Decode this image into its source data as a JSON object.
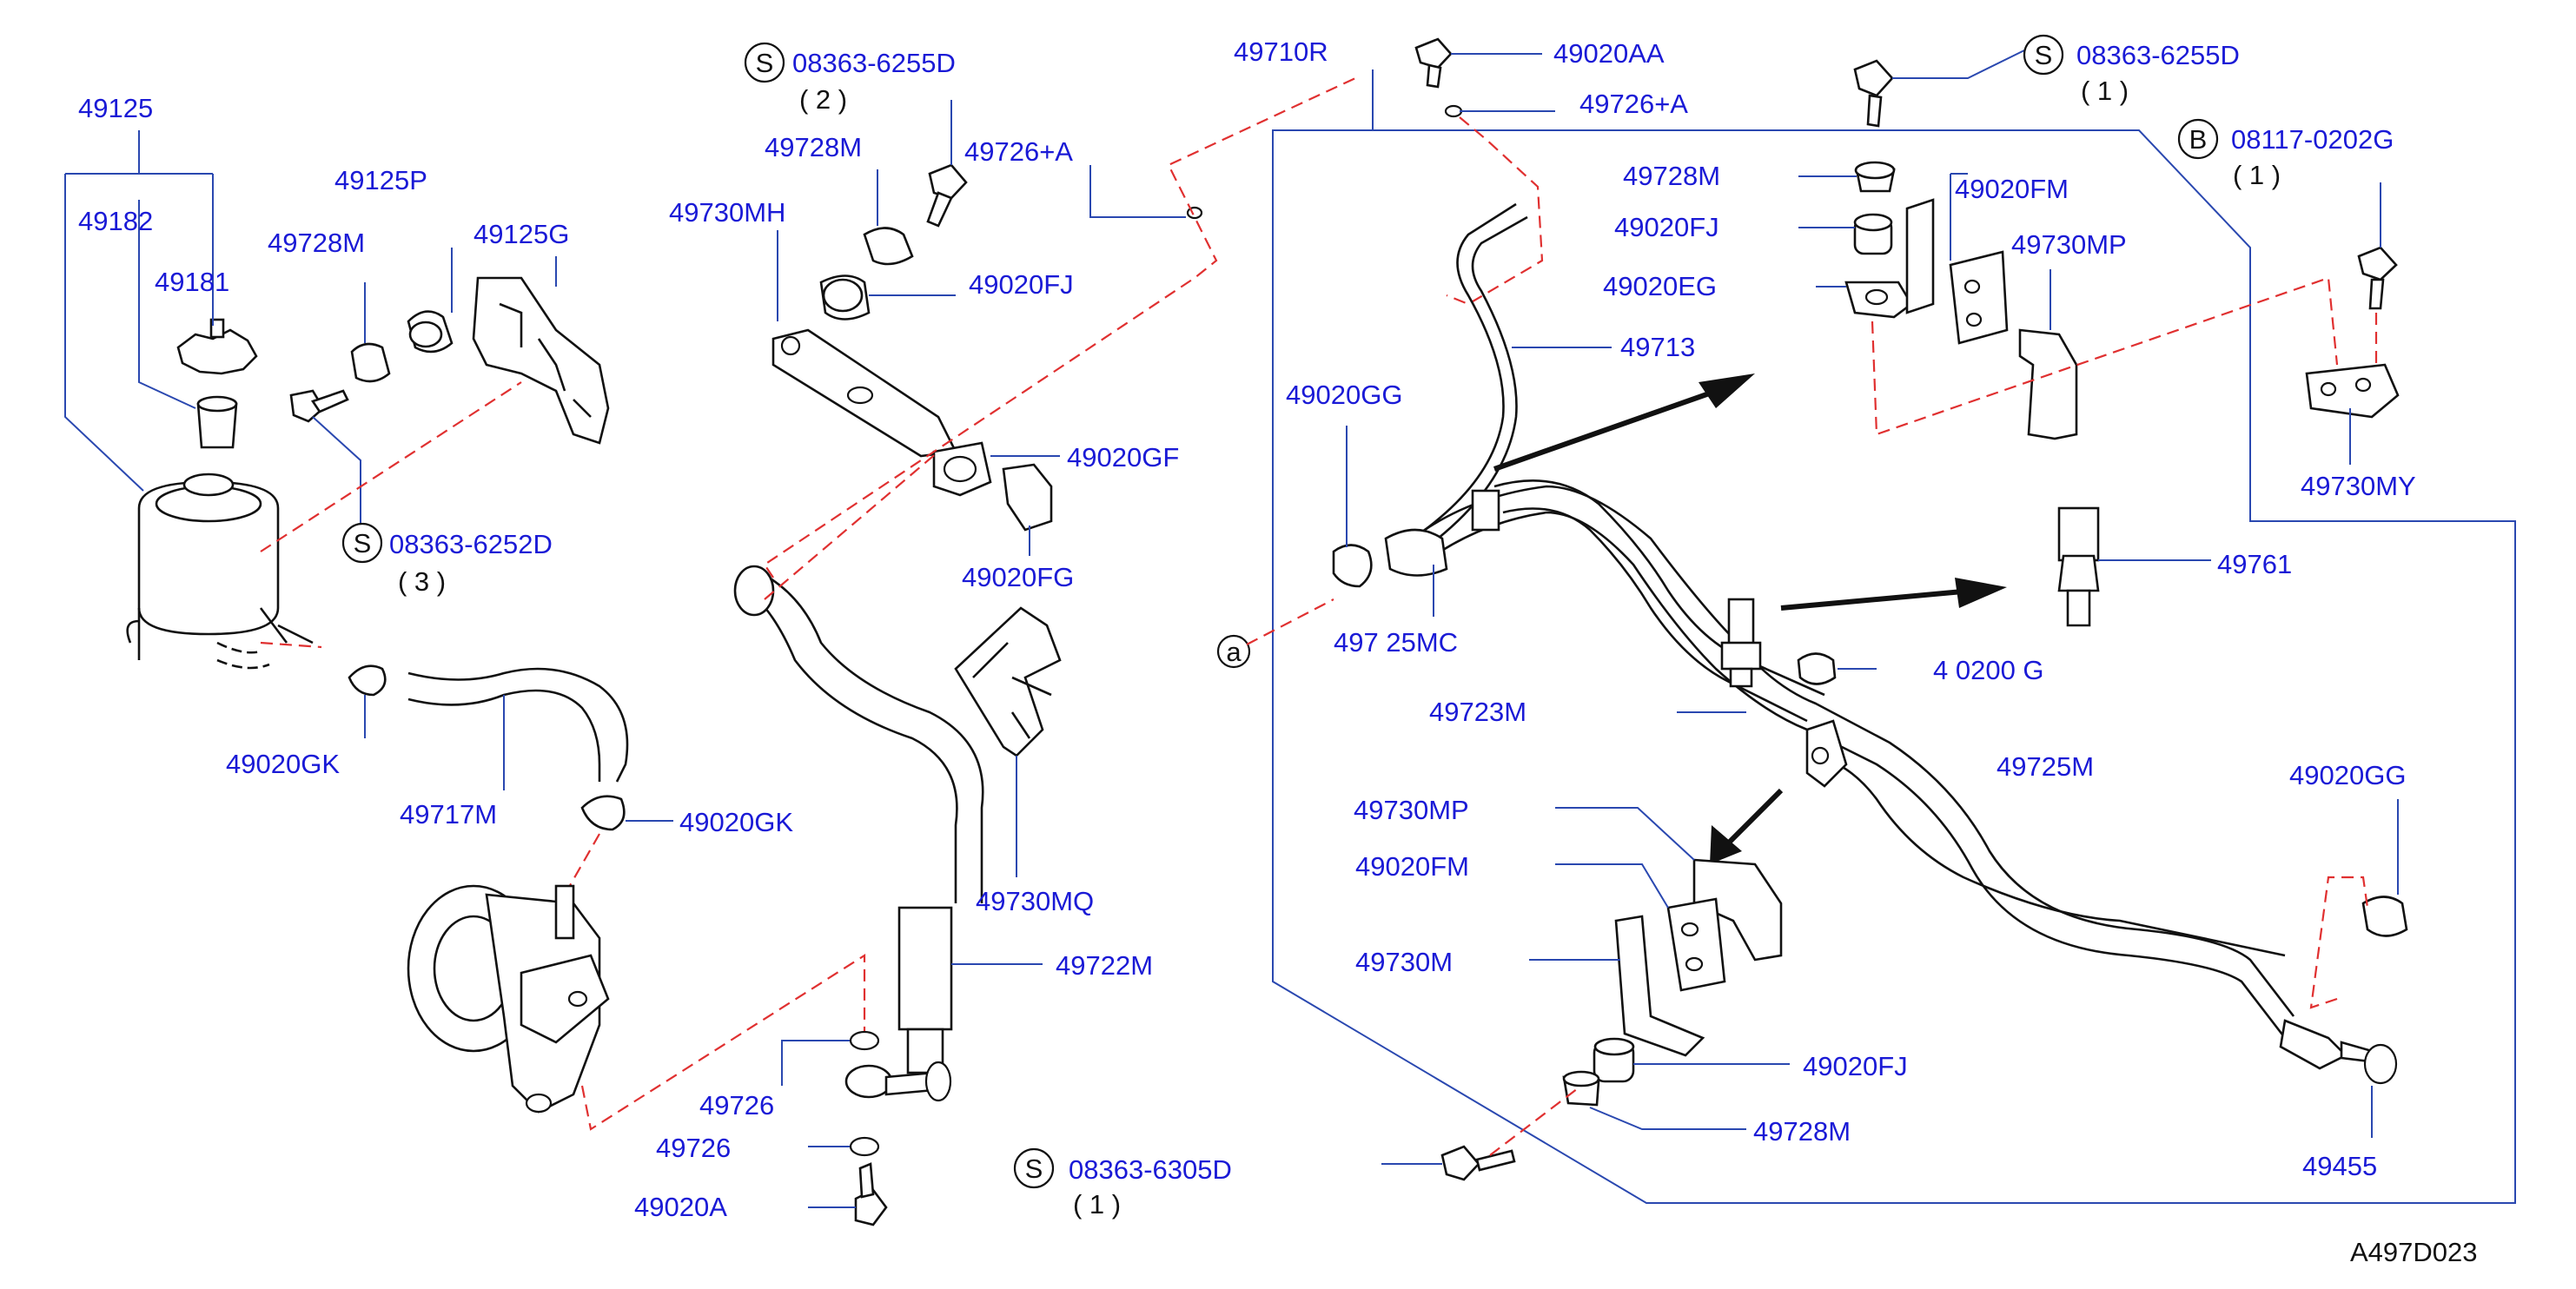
{
  "diagram": {
    "drawing_code": "A497D023",
    "part_labels": {
      "p49125": "49125",
      "p49182": "49182",
      "p49181": "49181",
      "p49125P": "49125P",
      "p49125G": "49125G",
      "p49728M_left": "49728M",
      "p49020GK_a": "49020GK",
      "p49717M": "49717M",
      "p49020GK_b": "49020GK",
      "p49730MH": "49730MH",
      "p49728M_mid": "49728M",
      "p49726A_mid": "49726+A",
      "p49020FJ_mid": "49020FJ",
      "p49020GF": "49020GF",
      "p49020FG": "49020FG",
      "p49730MQ": "49730MQ",
      "p49722M": "49722M",
      "p49726_a": "49726",
      "p49726_b": "49726",
      "p49020A": "49020A",
      "p49710R": "49710R",
      "p49020AA": "49020AA",
      "p49726A_top": "49726+A",
      "p49713": "49713",
      "p49020GG_left": "49020GG",
      "p4972xMC": "497 25MC",
      "p49723M": "49723M",
      "p49020GG_mid": "4 0200 G",
      "p49728M_right": "49728M",
      "p49020FJ_right": "49020FJ",
      "p49020EG": "49020EG",
      "p49020FM_right": "49020FM",
      "p49730MP_right": "49730MP",
      "p49730MY": "49730MY",
      "p49761": "49761",
      "p49725M": "49725M",
      "p49020GG_right": "49020GG",
      "p49730MP_low": "49730MP",
      "p49020FM_low": "49020FM",
      "p49730M": "49730M",
      "p49020FJ_low": "49020FJ",
      "p49728M_low": "49728M",
      "p49455": "49455"
    },
    "callouts": {
      "s1": {
        "symbol": "S",
        "code": "08363-6255D",
        "qty": "( 2 )"
      },
      "s2": {
        "symbol": "S",
        "code": "08363-6252D",
        "qty": "( 3 )"
      },
      "s3": {
        "symbol": "S",
        "code": "08363-6305D",
        "qty": "( 1 )"
      },
      "s4": {
        "symbol": "S",
        "code": "08363-6255D",
        "qty": "( 1 )"
      },
      "b1": {
        "symbol": "B",
        "code": "08117-0202G",
        "qty": "( 1 )"
      },
      "a_ref": {
        "symbol": "a"
      }
    }
  }
}
